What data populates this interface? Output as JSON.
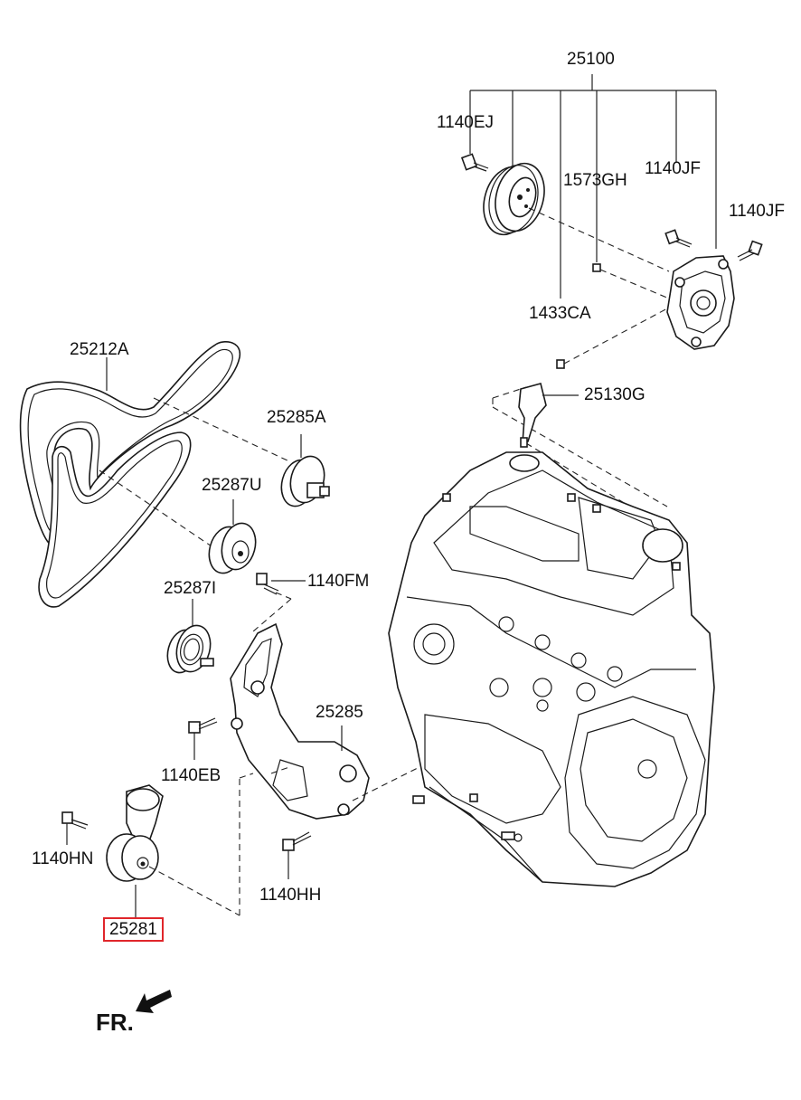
{
  "diagram": {
    "labels": {
      "p25100": "25100",
      "p1140EJ": "1140EJ",
      "p1573GH": "1573GH",
      "p1140JF_a": "1140JF",
      "p1140JF_b": "1140JF",
      "p1433CA": "1433CA",
      "p25130G": "25130G",
      "p25212A": "25212A",
      "p25285A": "25285A",
      "p25287U": "25287U",
      "p1140FM": "1140FM",
      "p25287I": "25287I",
      "p25285": "25285",
      "p1140EB": "1140EB",
      "p1140HN": "1140HN",
      "p25281": "25281",
      "p1140HH": "1140HH",
      "fr": "FR."
    },
    "highlighted_part": "25281",
    "highlight_color": "#e0262b"
  }
}
